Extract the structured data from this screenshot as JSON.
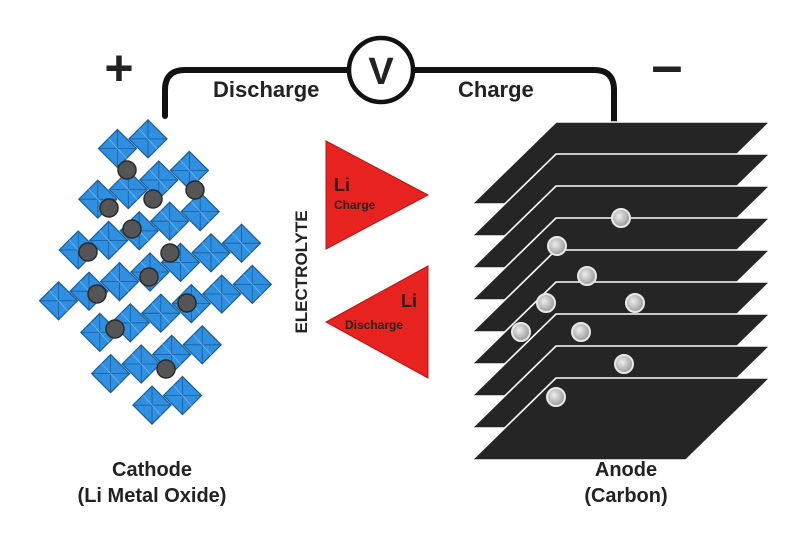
{
  "circuit": {
    "voltmeter_symbol": "V",
    "discharge_label": "Discharge",
    "charge_label": "Charge",
    "positive_sign": "+",
    "negative_sign": "–"
  },
  "electrolyte": {
    "label": "ELECTROLYTE",
    "charge_arrow": {
      "ion": "Li",
      "caption": "Charge"
    },
    "discharge_arrow": {
      "ion": "Li",
      "caption": "Discharge"
    }
  },
  "cathode": {
    "title": "Cathode",
    "subtitle": "(Li Metal Oxide)"
  },
  "anode": {
    "title": "Anode",
    "subtitle": "(Carbon)"
  },
  "colors": {
    "octahedron": "#2f8fe0",
    "octahedron_edge": "#1a5c99",
    "lithium_cathode": "#555555",
    "graphene_sheet": "#252525",
    "lithium_anode": "#bdbdbd",
    "arrow": "#e8221e",
    "wire": "#111111"
  }
}
